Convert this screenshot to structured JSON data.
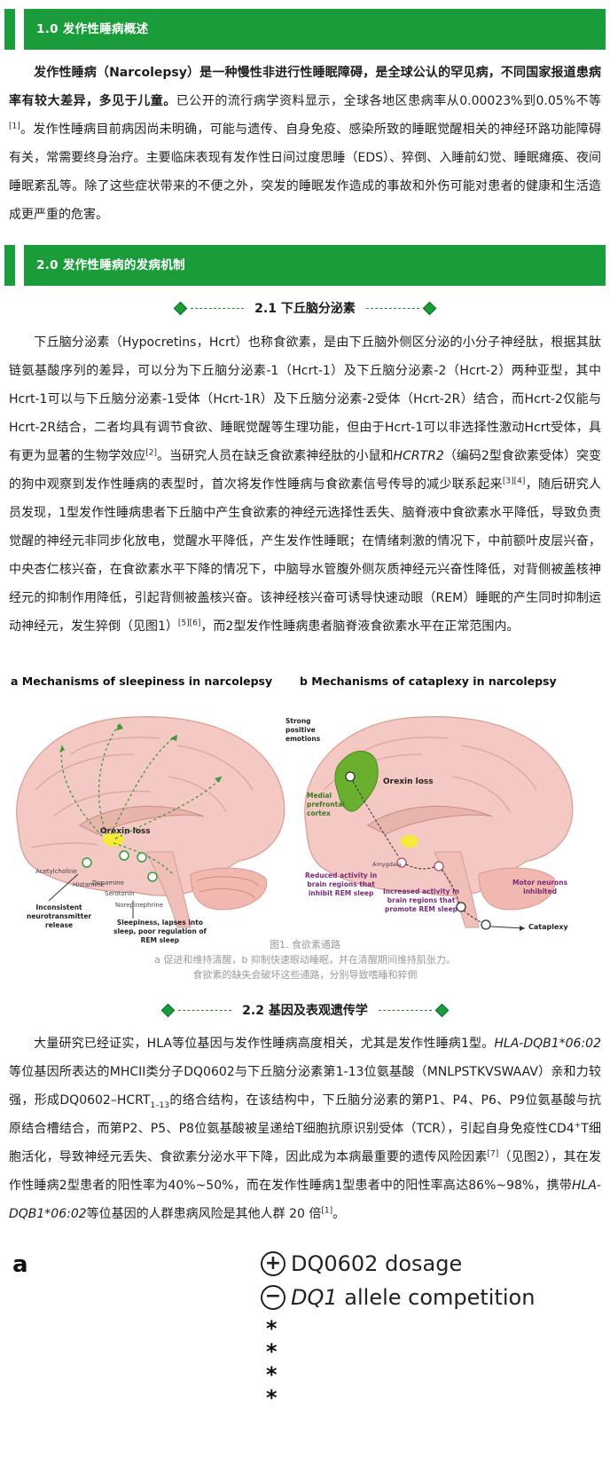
{
  "section1": {
    "title": "1.0 发作性睡病概述"
  },
  "p1": {
    "b1": "发作性睡病（Narcolepsy）是一种慢性非进行性睡眠障碍，是全球公认的罕见病，不同国家报道患病率有较大差异，多见于儿童。",
    "t1": "已公开的流行病学资料显示，全球各地区患病率从0.00023%到0.05%不等",
    "r1": "[1]",
    "t2": "。发作性睡病目前病因尚未明确，可能与遗传、自身免疫、感染所致的睡眠觉醒相关的神经环路功能障碍有关，常需要终身治疗。主要临床表现有发作性日间过度思睡（EDS）、猝倒、入睡前幻觉、睡眠瘫痪、夜间睡眠紊乱等。除了这些症状带来的不便之外，突发的睡眠发作造成的事故和外伤可能对患者的健康和生活造成更严重的危害。"
  },
  "section2": {
    "title": "2.0 发作性睡病的发病机制"
  },
  "sub21": {
    "title": "2.1 下丘脑分泌素"
  },
  "p2": {
    "t1": "下丘脑分泌素（Hypocretins，Hcrt）也称食欲素，是由下丘脑外侧区分泌的小分子神经肽，根据其肽链氨基酸序列的差异，可以分为下丘脑分泌素-1（Hcrt-1）及下丘脑分泌素-2（Hcrt-2）两种亚型，其中Hcrt-1可以与下丘脑分泌素-1受体（Hcrt-1R）及下丘脑分泌素-2受体（Hcrt-2R）结合，而Hcrt-2仅能与Hcrt-2R结合，二者均具有调节食欲、睡眠觉醒等生理功能，但由于Hcrt-1可以非选择性激动Hcrt受体，具有更为显著的生物学效应",
    "r1": "[2]",
    "t2": "。当研究人员在缺乏食欲素神经肽的小鼠和",
    "i1": "HCRTR2",
    "t3": "（编码2型食欲素受体）突变的狗中观察到发作性睡病的表型时，首次将发作性睡病与食欲素信号传导的减少联系起来",
    "r2": "[3][4]",
    "t4": "，随后研究人员发现，1型发作性睡病患者下丘脑中产生食欲素的神经元选择性丢失、脑脊液中食欲素水平降低，导致负责觉醒的神经元非同步化放电，觉醒水平降低，产生发作性睡眠；在情绪刺激的情况下，中前额叶皮层兴奋，中央杏仁核兴奋，在食欲素水平下降的情况下，中脑导水管腹外侧灰质神经元兴奋性降低，对背侧被盖核神经元的抑制作用降低，引起背侧被盖核兴奋。该神经核兴奋可诱导快速动眼（REM）睡眠的产生同时抑制运动神经元，发生猝倒（见图1）",
    "r3": "[5][6]",
    "t5": "，而2型发作性睡病患者脑脊液食欲素水平在正常范围内。"
  },
  "figure1": {
    "panel_a": "a  Mechanisms of sleepiness in narcolepsy",
    "panel_b": "b  Mechanisms of cataplexy in narcolepsy",
    "a_labels": {
      "orexin_loss": "Orexin loss",
      "acetylcholine": "Acetylcholine",
      "histamine": "Histamine",
      "dopamine": "Dopamine",
      "serotonin": "Serotonin",
      "norepinephrine": "Norepinephrine",
      "inconsistent": [
        "Inconsistent",
        "neurotransmitter",
        "release"
      ],
      "sleepiness": [
        "Sleepiness, lapses into",
        "sleep, poor regulation of",
        "REM sleep"
      ]
    },
    "b_labels": {
      "strong": [
        "Strong",
        "positive",
        "emotions"
      ],
      "medial": [
        "Medial",
        "prefrontal",
        "cortex"
      ],
      "orexin_loss": "Orexin loss",
      "amygdala": "Amygdala",
      "reduced": [
        "Reduced activity in",
        "brain regions that",
        "inhibit REM sleep"
      ],
      "increased": [
        "Increased activity in",
        "brain regions that",
        "promote REM sleep"
      ],
      "motor": [
        "Motor neurons",
        "inhibited"
      ],
      "cataplexy": "Cataplexy"
    },
    "caption": [
      "图1. 食欲素通路",
      "a 促进和维持清醒，b 抑制快速眼动睡眠，并在清醒期间维持肌张力。",
      "食欲素的缺失会破坏这些通路，分别导致嗜睡和猝倒"
    ]
  },
  "sub22": {
    "title": "2.2 基因及表观遗传学"
  },
  "p3": {
    "t1": "大量研究已经证实，HLA等位基因与发作性睡病高度相关，尤其是发作性睡病1型。",
    "i1": "HLA-DQB1*06:02",
    "t2": "等位基因所表达的MHCII类分子DQ0602与下丘脑分泌素第1-13位氨基酸（MNLPSTKVSWAAV）亲和力较强，形成DQ0602–HCRT",
    "sub1": "1–13",
    "t3": "的络合结构，在该结构中，下丘脑分泌素的第P1、P4、P6、P9位氨基酸与抗原结合槽结合，而第P2、P5、P8位氨基酸被呈递给T细胞抗原识别受体（TCR），引起自身免疫性CD4",
    "sup1": "+",
    "t4": "T细胞活化，导致神经元丢失、食欲素分泌水平下降，因此成为本病最重要的遗传风险因素",
    "r1": "[7]",
    "t5": "（见图2），其在发作性睡病2型患者的阳性率为40%~50%，而在发作性睡病1型患者中的阳性率高达86%~98%，携带",
    "i2": "HLA-DQB1*06:02",
    "t6": "等位基因的人群患病风险是其他人群 20 倍",
    "r2": "[1]",
    "t7": "。"
  },
  "figure2": {
    "panel": "a",
    "plus_label": "DQ0602 dosage",
    "minus_italic": "DQ1",
    "minus_rest": " allele competition",
    "stars": [
      "*",
      "*",
      "*",
      "*"
    ]
  },
  "colors": {
    "accent": "#1a9c3a",
    "caption": "#9a9a9a"
  }
}
